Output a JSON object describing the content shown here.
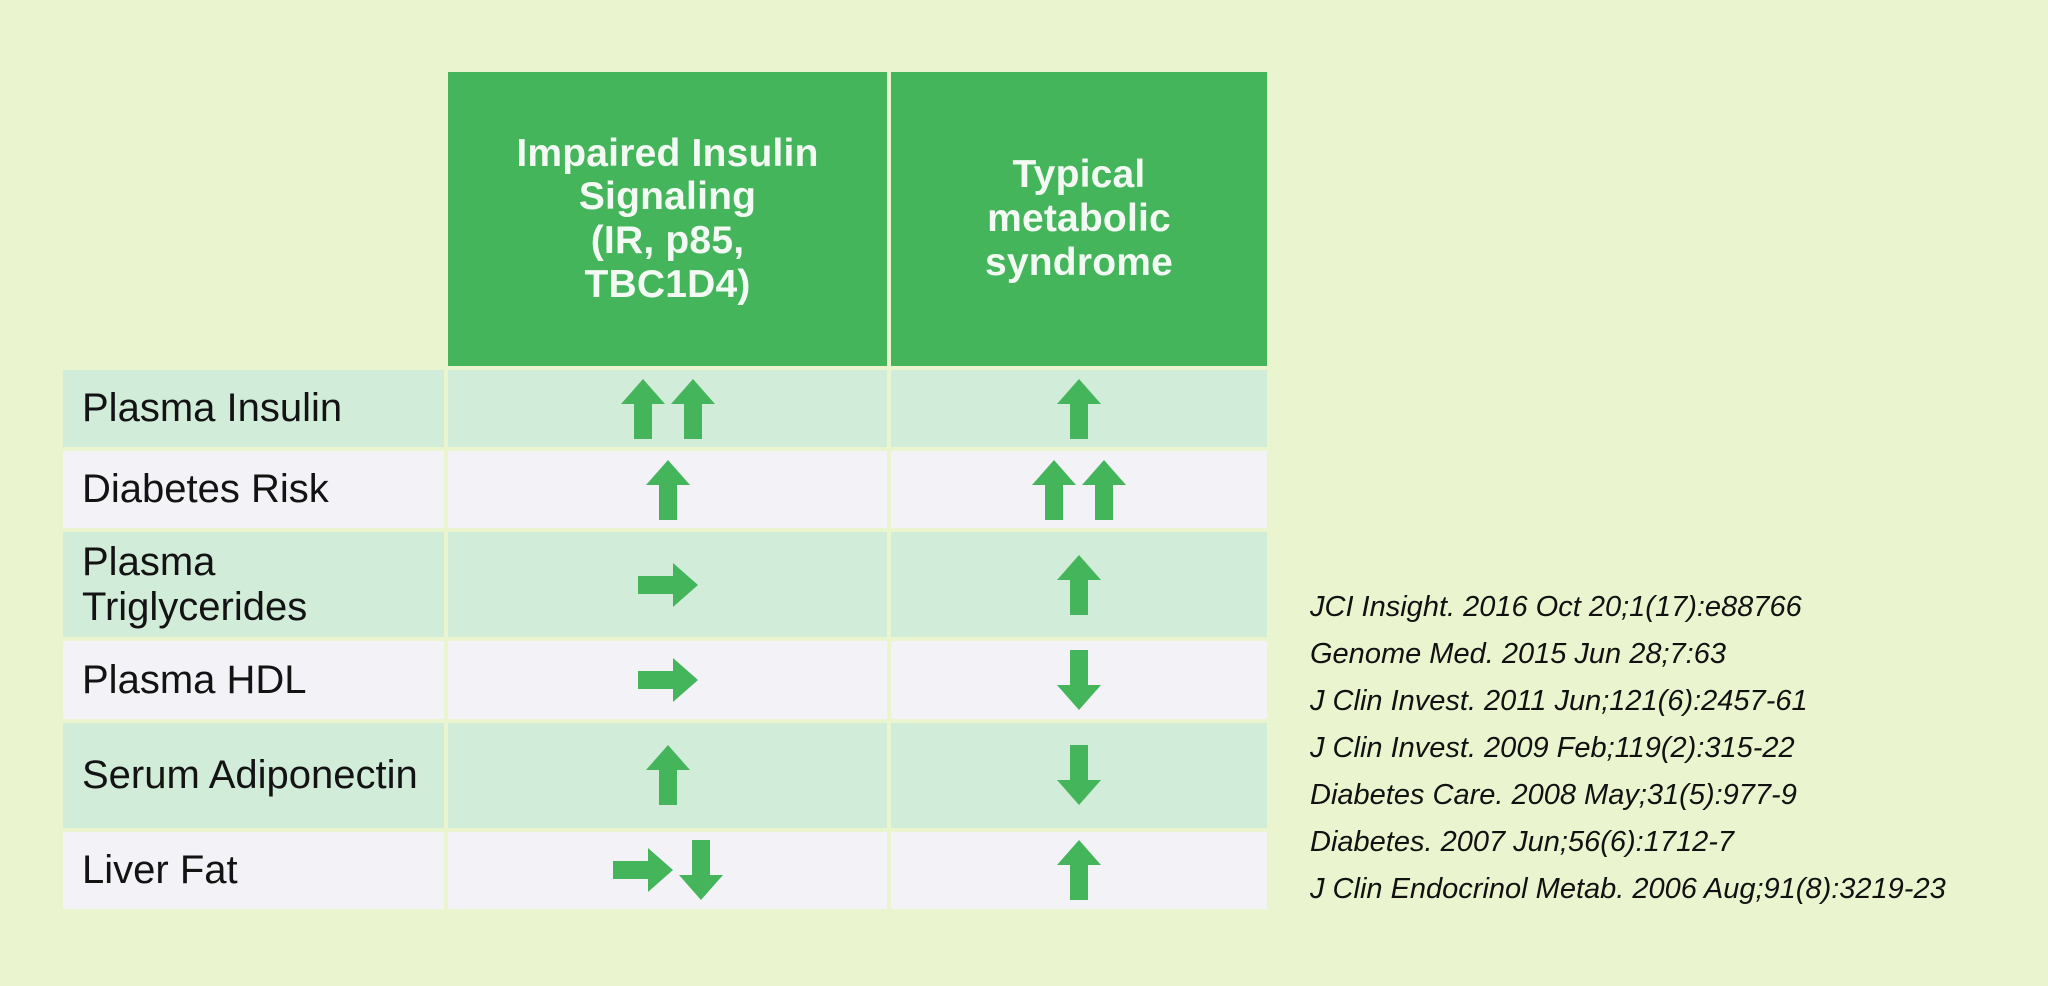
{
  "page": {
    "background_color": "#eaf5cf",
    "accent_color": "#45b55c",
    "band_color_a": "#d2ecda",
    "band_color_b": "#f2f2f7"
  },
  "table": {
    "corner_label": "",
    "columns": [
      {
        "key": "impaired",
        "label": "Impaired Insulin Signaling (IR, p85, TBC1D4)"
      },
      {
        "key": "typical",
        "label": "Typical metabolic syndrome"
      }
    ],
    "column_label_lines": {
      "impaired": [
        "Impaired Insulin",
        "Signaling",
        "(IR, p85,",
        "TBC1D4)"
      ],
      "typical": [
        "Typical",
        "metabolic",
        "syndrome"
      ]
    },
    "rows": [
      {
        "label": "Plasma Insulin",
        "impaired": [
          "up",
          "up"
        ],
        "typical": [
          "up"
        ]
      },
      {
        "label": "Diabetes Risk",
        "impaired": [
          "up"
        ],
        "typical": [
          "up",
          "up"
        ]
      },
      {
        "label": "Plasma Triglycerides",
        "impaired": [
          "right"
        ],
        "typical": [
          "up"
        ]
      },
      {
        "label": "Plasma HDL",
        "impaired": [
          "right"
        ],
        "typical": [
          "down"
        ]
      },
      {
        "label": "Serum Adiponectin",
        "impaired": [
          "up"
        ],
        "typical": [
          "down"
        ]
      },
      {
        "label": "Liver Fat",
        "impaired": [
          "right",
          "down"
        ],
        "typical": [
          "up"
        ]
      }
    ]
  },
  "citations": [
    "JCI Insight. 2016 Oct 20;1(17):e88766",
    "Genome Med. 2015 Jun 28;7:63",
    "J Clin Invest. 2011 Jun;121(6):2457-61",
    "J Clin Invest. 2009 Feb;119(2):315-22",
    "Diabetes Care. 2008 May;31(5):977-9",
    "Diabetes. 2007 Jun;56(6):1712-7",
    "J Clin Endocrinol Metab. 2006 Aug;91(8):3219-23"
  ],
  "icons": {
    "up": "arrow-up-icon",
    "down": "arrow-down-icon",
    "right": "arrow-right-icon"
  }
}
